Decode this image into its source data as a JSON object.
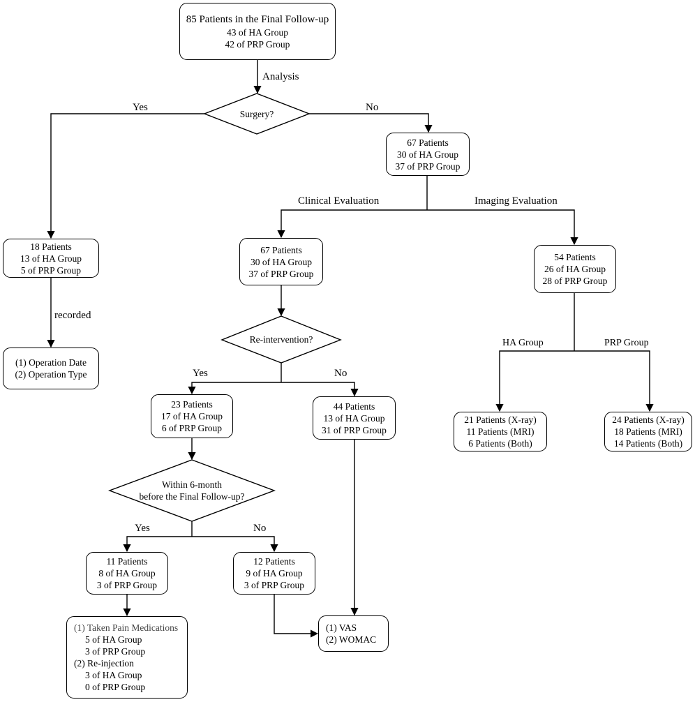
{
  "top": {
    "title": "85 Patients in the Final Follow-up",
    "ha": "43 of HA Group",
    "prp": "42 of PRP Group"
  },
  "analysis_label": "Analysis",
  "surgery": {
    "question": "Surgery?",
    "yes": "Yes",
    "no": "No"
  },
  "surgery_yes": {
    "box": [
      "18 Patients",
      "13 of HA Group",
      "5 of PRP Group"
    ],
    "recorded_label": "recorded",
    "recorded": [
      "(1) Operation Date",
      "(2) Operation Type"
    ]
  },
  "surgery_no": {
    "box": [
      "67 Patients",
      "30 of HA Group",
      "37 of PRP Group"
    ],
    "clinical_label": "Clinical Evaluation",
    "imaging_label": "Imaging Evaluation"
  },
  "clinical": {
    "box": [
      "67 Patients",
      "30 of HA Group",
      "37 of PRP Group"
    ],
    "question": "Re-intervention?",
    "yes": "Yes",
    "no": "No",
    "yes_box": [
      "23 Patients",
      "17 of HA Group",
      "6 of PRP Group"
    ],
    "no_box": [
      "44 Patients",
      "13 of HA Group",
      "31 of PRP Group"
    ],
    "within": {
      "question_line1": "Within 6-month",
      "question_line2": "before the Final Follow-up?",
      "yes": "Yes",
      "no": "No",
      "yes_box": [
        "11 Patients",
        "8 of HA Group",
        "3 of PRP Group"
      ],
      "no_box": [
        "12 Patients",
        "9 of HA Group",
        "3 of PRP Group"
      ]
    },
    "meds": {
      "item1": "(1) Taken Pain Medications",
      "item1_ha": "5 of HA Group",
      "item1_prp": "3 of PRP Group",
      "item2": "(2) Re-injection",
      "item2_ha": "3 of HA Group",
      "item2_prp": "0 of PRP Group"
    },
    "outcome": [
      "(1) VAS",
      "(2) WOMAC"
    ]
  },
  "imaging": {
    "box": [
      "54 Patients",
      "26 of HA Group",
      "28 of PRP Group"
    ],
    "ha_label": "HA Group",
    "prp_label": "PRP Group",
    "ha_box": [
      "21 Patients (X-ray)",
      "11 Patients (MRI)",
      "6 Patients (Both)"
    ],
    "prp_box": [
      "24 Patients (X-ray)",
      "18 Patients (MRI)",
      "14 Patients (Both)"
    ]
  }
}
